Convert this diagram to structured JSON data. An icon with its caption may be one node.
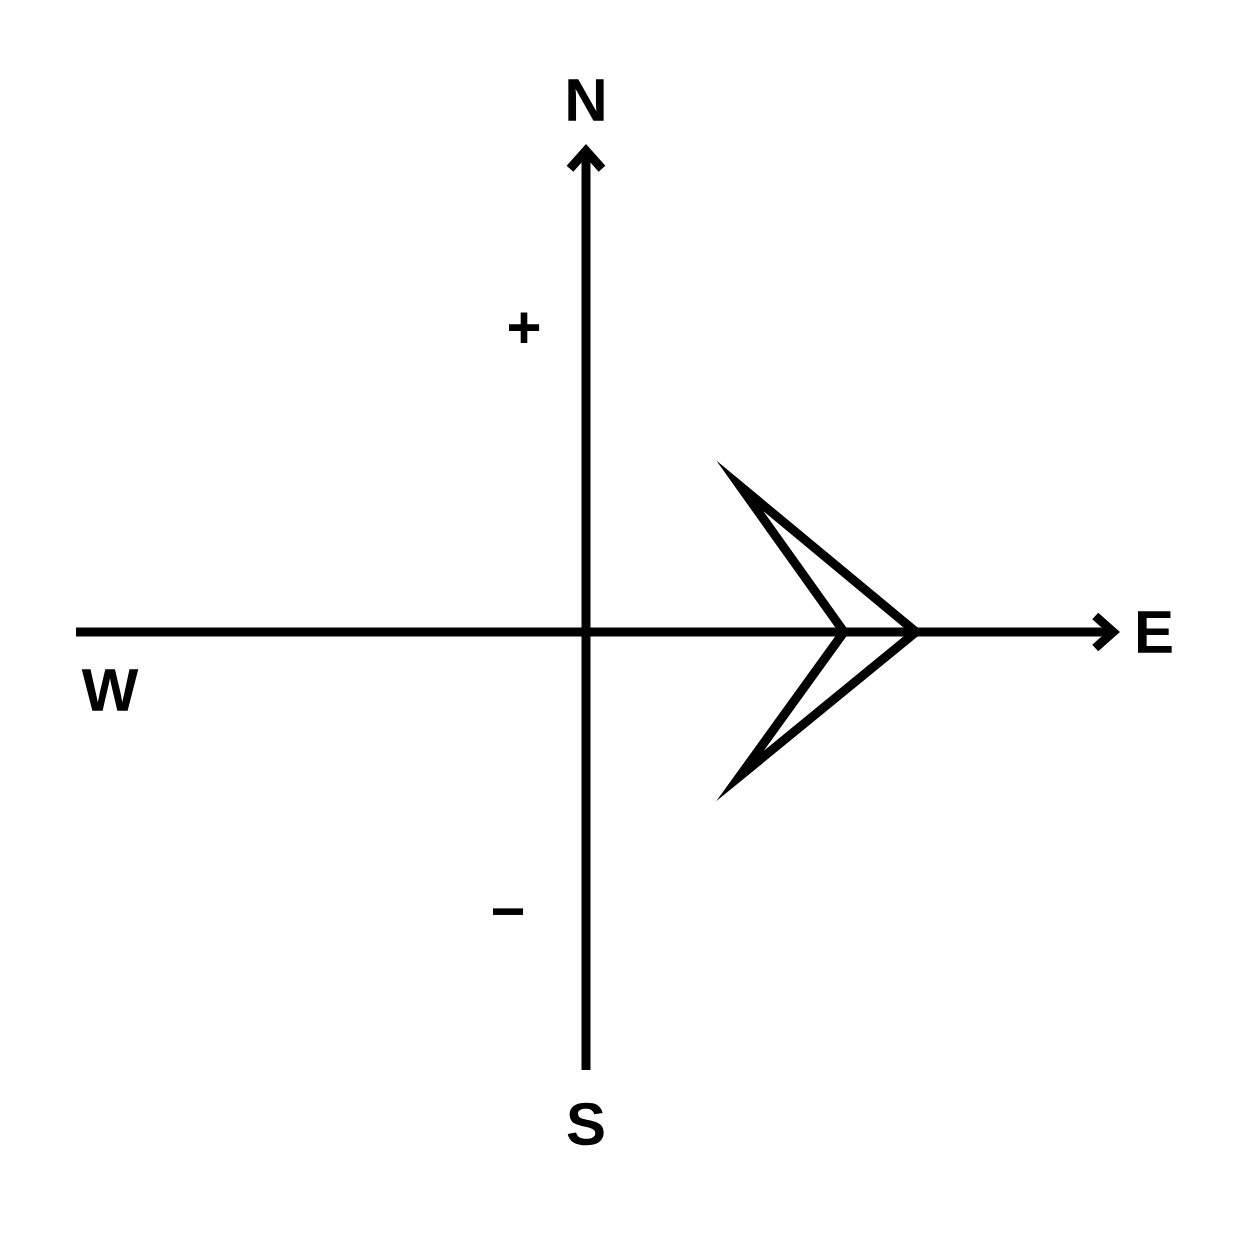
{
  "diagram": {
    "labels": [
      "N",
      "+",
      "W",
      "E",
      "−",
      "S"
    ]
  }
}
